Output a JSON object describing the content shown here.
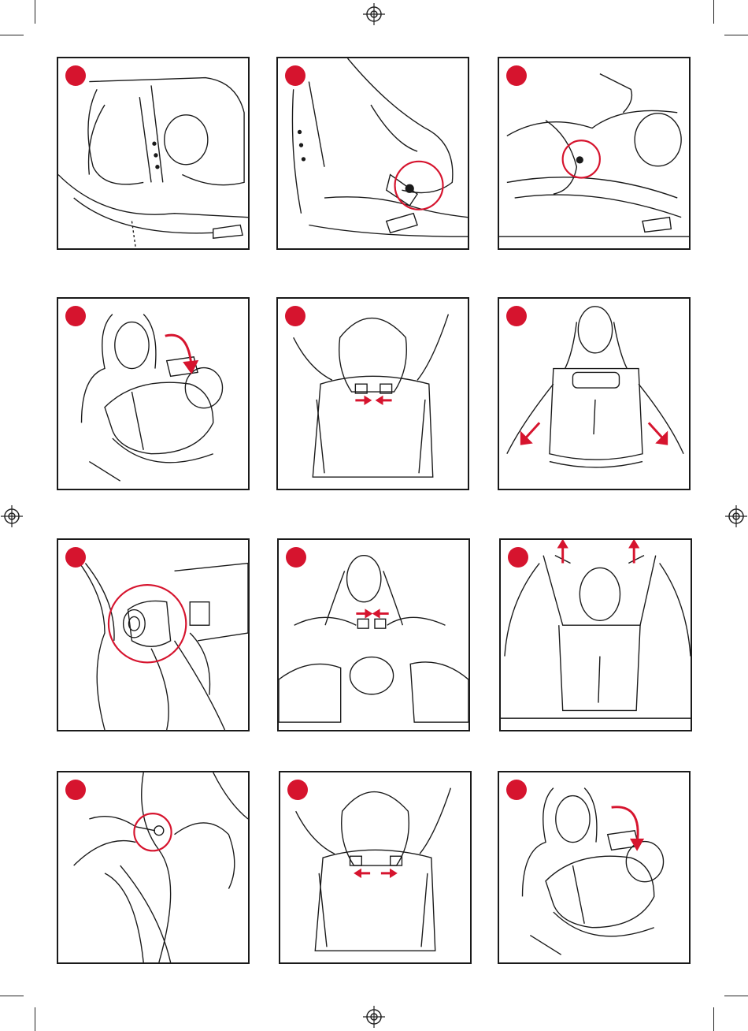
{
  "accent_color": "#d6142e",
  "line_color": "#1a1a1a",
  "steps": [
    {
      "icon": "strap-buckle-illustration"
    },
    {
      "icon": "snap-fastener-illustration"
    },
    {
      "icon": "strap-snap-illustration"
    },
    {
      "icon": "fold-carrier-arrow-illustration"
    },
    {
      "icon": "rear-buckle-close-illustration"
    },
    {
      "icon": "pull-straps-illustration"
    },
    {
      "icon": "roll-strap-illustration"
    },
    {
      "icon": "chest-buckle-close-illustration"
    },
    {
      "icon": "lift-carrier-illustration"
    },
    {
      "icon": "shoulder-snap-illustration"
    },
    {
      "icon": "rear-buckle-open-illustration"
    },
    {
      "icon": "unfold-carrier-arrow-illustration"
    }
  ]
}
